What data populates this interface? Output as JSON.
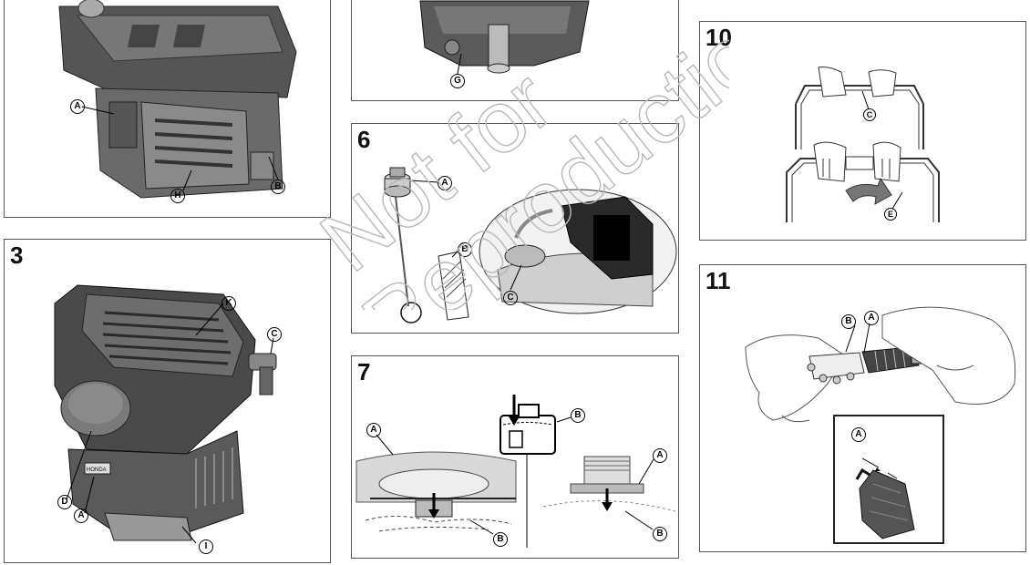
{
  "watermark": {
    "line1": "Not for",
    "line2": "Reproduction"
  },
  "panels": {
    "p2": {
      "callouts": {
        "a": "A",
        "b": "B",
        "h": "H"
      }
    },
    "p3": {
      "number": "3",
      "callouts": {
        "k": "K",
        "c": "C",
        "d": "D",
        "a": "A",
        "i": "I"
      },
      "engine_label": "HONDA"
    },
    "p5": {
      "callouts": {
        "g": "G"
      }
    },
    "p6": {
      "number": "6",
      "callouts": {
        "a": "A",
        "b": "B",
        "c": "C"
      }
    },
    "p7": {
      "number": "7",
      "callouts": {
        "a1": "A",
        "b1": "B",
        "b2": "B",
        "a2": "A",
        "b3": "B"
      }
    },
    "p10": {
      "number": "10",
      "callouts": {
        "c": "C",
        "e": "E"
      }
    },
    "p11": {
      "number": "11",
      "callouts": {
        "b": "B",
        "a1": "A",
        "a2": "A"
      }
    }
  },
  "colors": {
    "border": "#555555",
    "engine_dark": "#3a3a3a",
    "engine_mid": "#6a6a6a",
    "engine_light": "#9a9a9a",
    "watermark": "#b8b8b8"
  }
}
